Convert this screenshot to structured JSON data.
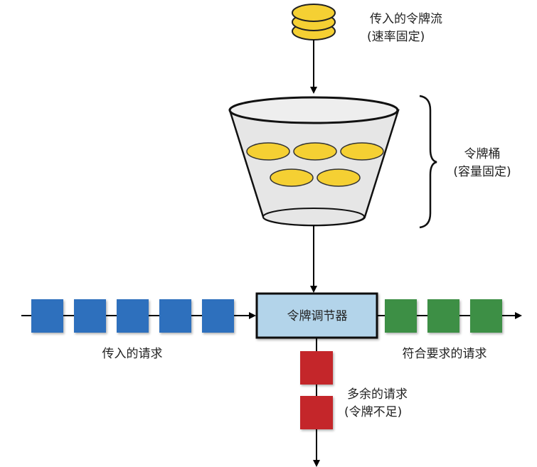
{
  "labels": {
    "token_stream": "传入的令牌流",
    "token_stream_note": "(速率固定)",
    "bucket": "令牌桶",
    "bucket_note": "(容量固定)",
    "regulator": "令牌调节器",
    "incoming_requests": "传入的请求",
    "conforming_requests": "符合要求的请求",
    "excess_requests": "多余的请求",
    "excess_note": "(令牌不足)"
  },
  "colors": {
    "token": "#f5d033",
    "bucket_fill": "#e6e6e6",
    "regulator_fill": "#b3d4ea",
    "incoming": "#2e70bd",
    "conforming": "#3d8f45",
    "excess": "#c4262c"
  },
  "counts": {
    "incoming": 5,
    "conforming": 3,
    "excess": 2,
    "tokens_in_bucket": 5,
    "tokens_in_stream": 3
  }
}
